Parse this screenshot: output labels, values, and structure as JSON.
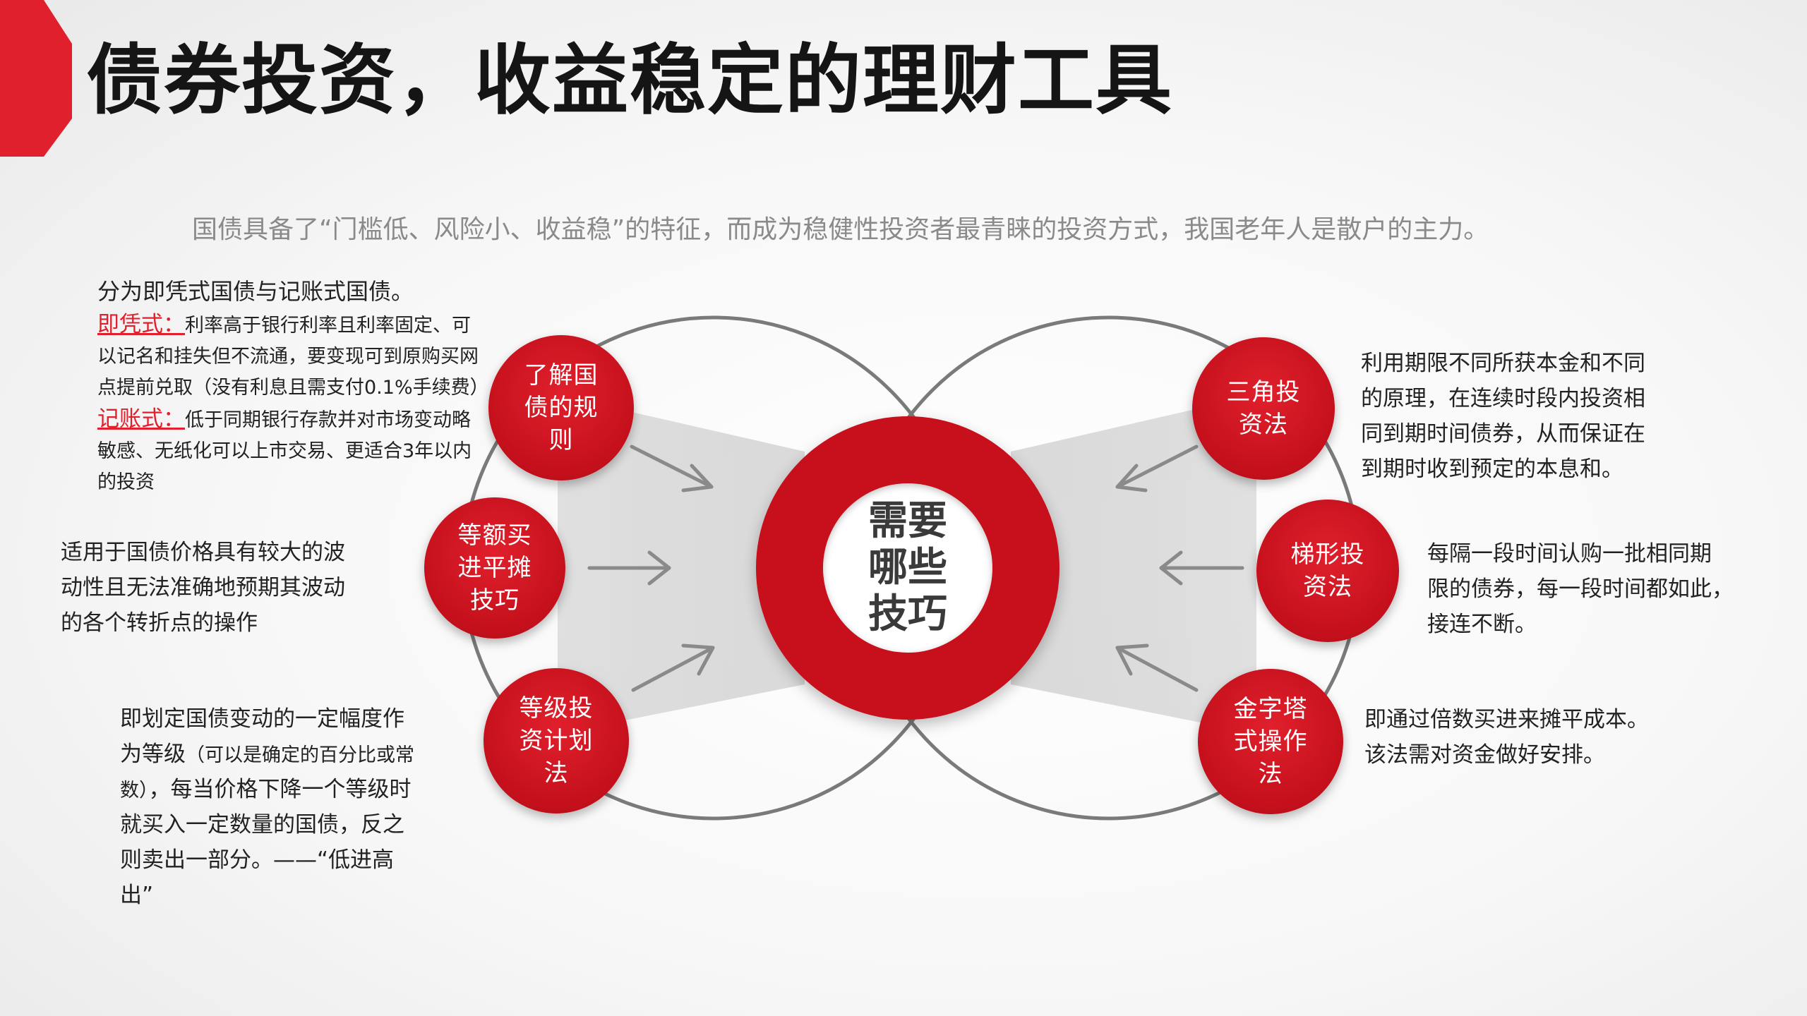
{
  "title": "债券投资，收益稳定的理财工具",
  "subtitle": "国债具备了“门槛低、风险小、收益稳”的特征，而成为稳健性投资者最青睐的投资方式，我国老年人是散户的主力。",
  "center": {
    "lines": [
      "需要",
      "哪些",
      "技巧"
    ]
  },
  "colors": {
    "accent": "#c8101c",
    "ring": "#7a7a7a"
  },
  "nodes": {
    "know_rules": {
      "label": [
        "了解国",
        "债的规",
        "则"
      ],
      "desc_intro": "分为即凭式国债与记账式国债。",
      "type1_label": "即凭式：",
      "type1_text": [
        "利率高于银行利率且利率固定、可",
        "以记名和挂失但不流通，要变现可到原购买网",
        "点提前兑取（没有利息且需支付0.1%手续费）"
      ],
      "type2_label": "记账式：",
      "type2_text": [
        "低于同期银行存款并对市场变动略",
        "敏感、无纸化可以上市交易、更适合3年以内",
        "的投资"
      ]
    },
    "equal_buy": {
      "label": [
        "等额买",
        "进平摊",
        "技巧"
      ],
      "desc": [
        "适用于国债价格具有较大的波",
        "动性且无法准确地预期其波动",
        "的各个转折点的操作"
      ]
    },
    "grade_plan": {
      "label": [
        "等级投",
        "资计划",
        "法"
      ],
      "desc_line1": "即划定国债变动的一定幅度作",
      "desc_line2_a": "为等级",
      "desc_line2_b": "（可以是确定的百分比或常",
      "desc_line3_a": "数）",
      "desc_line3_b": "，每当价格下降一个等级时",
      "desc_rest": [
        "就买入一定数量的国债，反之",
        "则卖出一部分。——“低进高",
        "出”"
      ]
    },
    "triangle": {
      "label": [
        "三角投",
        "资法"
      ],
      "desc": [
        "利用期限不同所获本金和不同",
        "的原理，在连续时段内投资相",
        "同到期时间债券，从而保证在",
        "到期时收到预定的本息和。"
      ]
    },
    "ladder": {
      "label": [
        "梯形投",
        "资法"
      ],
      "desc": [
        "每隔一段时间认购一批相同期",
        "限的债券，每一段时间都如此，",
        "接连不断。"
      ]
    },
    "pyramid": {
      "label": [
        "金字塔",
        "式操作",
        "法"
      ],
      "desc": [
        "即通过倍数买进来摊平成本。",
        "该法需对资金做好安排。"
      ]
    }
  }
}
